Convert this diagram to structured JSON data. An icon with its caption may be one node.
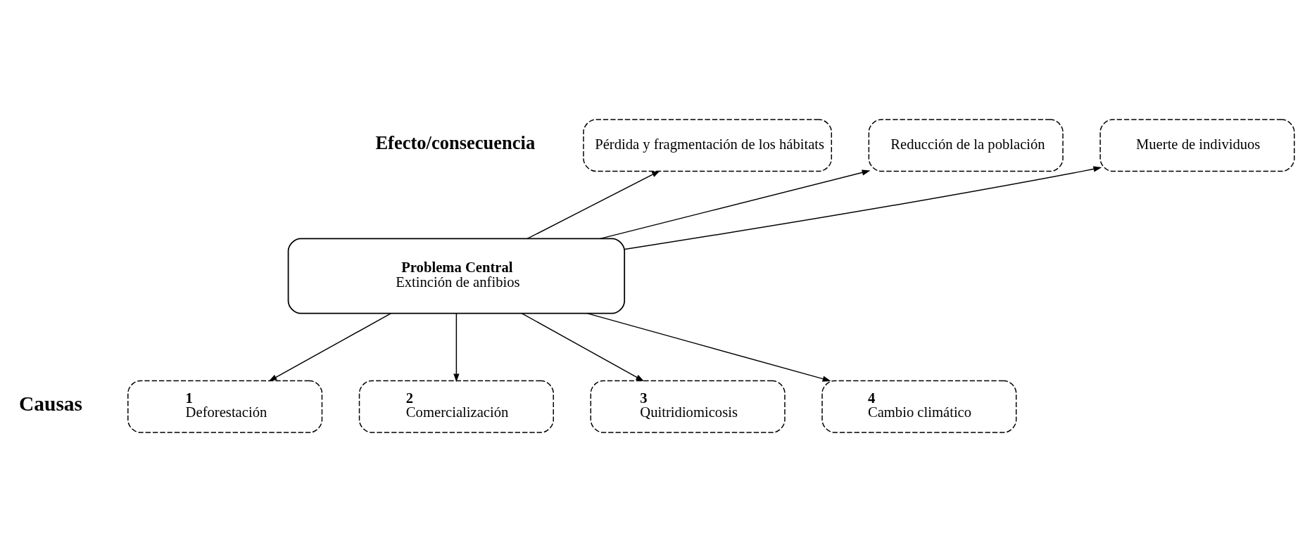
{
  "diagram": {
    "nodes": [
      {
        "text": [
          "Problema Central",
          "Extinción de anfibios"
        ]
      },
      {
        "text": [
          "Pérdida y fragmentación de los hábitats"
        ]
      },
      {
        "text": [
          "Reducción de la población"
        ]
      },
      {
        "text": [
          "Muerte de individuos"
        ]
      },
      {
        "text": [
          "1",
          "Deforestación"
        ]
      },
      {
        "text": [
          "2",
          "Comercialización"
        ]
      },
      {
        "text": [
          "3",
          "Quitridiomicosis"
        ]
      },
      {
        "text": [
          "4",
          "Cambio climático"
        ]
      }
    ],
    "edges": [
      {
        "from": 0,
        "to": 1,
        "arrow": "to"
      },
      {
        "from": 0,
        "to": 2,
        "arrow": "to"
      },
      {
        "from": 0,
        "to": 3,
        "arrow": "to"
      },
      {
        "from": 0,
        "to": 4,
        "arrow": "to"
      },
      {
        "from": 0,
        "to": 5,
        "arrow": "to"
      },
      {
        "from": 0,
        "to": 6,
        "arrow": "to"
      },
      {
        "from": 0,
        "to": 7,
        "arrow": "to"
      }
    ],
    "labels": [
      "Efecto/consecuencia",
      "Causas"
    ]
  }
}
